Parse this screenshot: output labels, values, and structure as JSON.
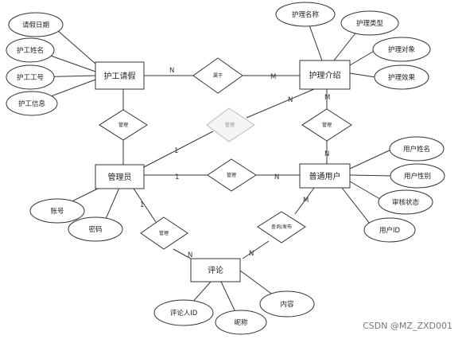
{
  "entities": {
    "nursing_leave": "护工请假",
    "nursing_intro": "护理介绍",
    "admin": "管理员",
    "user": "普通用户",
    "comment": "评论"
  },
  "attributes": {
    "leave_date": "请假日期",
    "worker_name": "护工姓名",
    "worker_no": "护工工号",
    "worker_info": "护工信息",
    "care_name": "护理名称",
    "care_type": "护理类型",
    "care_target": "护理对象",
    "care_effect": "护理效果",
    "user_name": "用户姓名",
    "user_gender": "用户性别",
    "review_status": "审核状态",
    "user_id": "用户ID",
    "account": "账号",
    "password": "密码",
    "commenter_id": "评论人ID",
    "nickname": "昵称",
    "content": "内容"
  },
  "relationships": {
    "belongs": "属于",
    "manage_leave": "管理",
    "manage_faded": "管理",
    "manage_intro_user": "管理",
    "manage_admin_user": "管理",
    "manage_comment": "管理",
    "query_publish": "查询/发布"
  },
  "cardinalities": {
    "leave_belongs": "N",
    "belongs_intro": "M",
    "admin_faded": "1",
    "faded_intro": "N",
    "intro_rel": "M",
    "rel_user": "N",
    "admin_rel": "1",
    "rel_user2": "N",
    "admin_cm": "1",
    "cm_comment": "N",
    "comment_qp": "N",
    "qp_user": "M"
  },
  "watermark": "CSDN @MZ_ZXD001"
}
